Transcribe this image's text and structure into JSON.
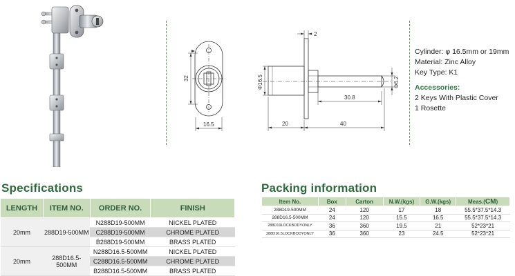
{
  "drawing": {
    "front": {
      "height_dim": "32",
      "width_dim": "16.5"
    },
    "side": {
      "plate_dim": "2",
      "diameter_dim": "Φ16.5",
      "rod_diameter_dim": "Φ6.2",
      "rod_length_dim": "30.8",
      "body_dim": "20",
      "total_dim": "40"
    }
  },
  "spec": {
    "cylinder": "Cylinder: φ 16.5mm or 19mm",
    "material": "Material: Zinc Alloy",
    "key_type": "Key Type: K1",
    "accessories_title": "Accessories:",
    "accessory_1": "2 Keys With Plastic Cover",
    "accessory_2": "1 Rosette"
  },
  "specifications": {
    "title": "Specifications",
    "headers": [
      "LENGTH",
      "ITEM NO.",
      "ORDER NO.",
      "FINISH"
    ],
    "groups": [
      {
        "length": "20mm",
        "item_no": "288D19-500MM",
        "rows": [
          {
            "order_no": "N288D19-500MM",
            "finish": "NICKEL PLATED"
          },
          {
            "order_no": "C288D19-500MM",
            "finish": "CHROME PLATED"
          },
          {
            "order_no": "B288D19-500MM",
            "finish": "BRASS  PLATED"
          }
        ]
      },
      {
        "length": "20mm",
        "item_no": "288D16.5-500MM",
        "rows": [
          {
            "order_no": "N288D16.5-500MM",
            "finish": "NICKEL PLATED"
          },
          {
            "order_no": "C288D16.5-500MM",
            "finish": "CHROME PLATED"
          },
          {
            "order_no": "B288D16.5-500MM",
            "finish": "BRASS  PLATED"
          }
        ]
      }
    ]
  },
  "packing": {
    "title": "Packing  information",
    "headers": [
      "Item No.",
      "Box",
      "Carton",
      "N.W.(kgs)",
      "G.W.(kgs)",
      "Meas.(",
      "CM",
      ")"
    ],
    "rows": [
      {
        "item": "288D19-500MM",
        "box": "24",
        "carton": "120",
        "nw": "17",
        "gw": "18",
        "meas": "55.5*37.5*14.3"
      },
      {
        "item": "288D16.5-500MM",
        "box": "24",
        "carton": "120",
        "nw": "15.5",
        "gw": "16.5",
        "meas": "55.5*37.5*14.3"
      },
      {
        "item": "288D19LOCKBODYONLY",
        "box": "36",
        "carton": "360",
        "nw": "19.5",
        "gw": "21",
        "meas": "52*23*21"
      },
      {
        "item": "288D16.5LOCKBODYONLY",
        "box": "36",
        "carton": "360",
        "nw": "23",
        "gw": "24.5",
        "meas": "52*23*21"
      }
    ]
  }
}
